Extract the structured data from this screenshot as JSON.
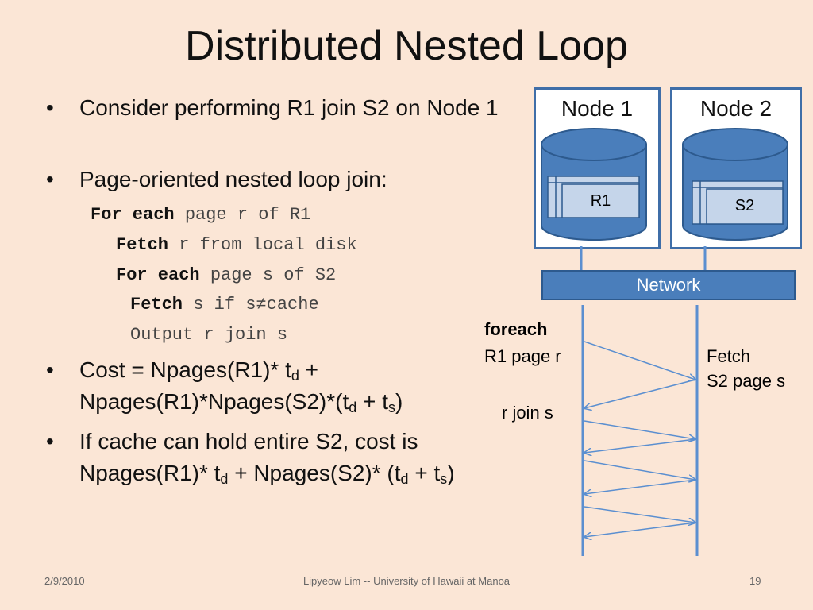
{
  "slide": {
    "title": "Distributed Nested Loop",
    "bullets": {
      "b1": "Consider performing R1 join S2 on Node 1",
      "b2": "Page-oriented nested loop join:",
      "b3_part1": "Cost = Npages(R1)* t",
      "b3_sub1": "d",
      "b3_part2": " + Npages(R1)*Npages(S2)*(t",
      "b3_sub2": "d",
      "b3_part3": " + t",
      "b3_sub3": "s",
      "b3_part4": ")",
      "b4_part1": "If cache can hold entire S2, cost is Npages(R1)* t",
      "b4_sub1": "d",
      "b4_part2": " + Npages(S2)* (t",
      "b4_sub2": "d",
      "b4_part3": " + t",
      "b4_sub3": "s",
      "b4_part4": ")"
    },
    "code": {
      "l1_kw": "For each",
      "l1_rest": " page r of R1",
      "l2_kw": "Fetch",
      "l2_rest": " r from local disk",
      "l3_kw": "For each",
      "l3_rest": " page s of S2",
      "l4_kw": "Fetch",
      "l4_rest": " s if s≠cache",
      "l5": "Output r join s"
    },
    "bullet_char": "•",
    "footer": {
      "date": "2/9/2010",
      "author": "Lipyeow Lim -- University of Hawaii at Manoa",
      "page": "19"
    }
  },
  "diagram": {
    "node1_label": "Node 1",
    "node2_label": "Node 2",
    "r1_label": "R1",
    "s2_label": "S2",
    "network_label": "Network",
    "foreach_label": "foreach",
    "r1_page_label": "R1 page r",
    "fetch_label": "Fetch",
    "s2_page_label": "S2 page s",
    "rjoin_label": "r join s",
    "colors": {
      "node_border": "#3f6ea8",
      "cylinder": "#4a7ebb",
      "network": "#4a7ebb",
      "arrow": "#5b8fd0"
    }
  }
}
